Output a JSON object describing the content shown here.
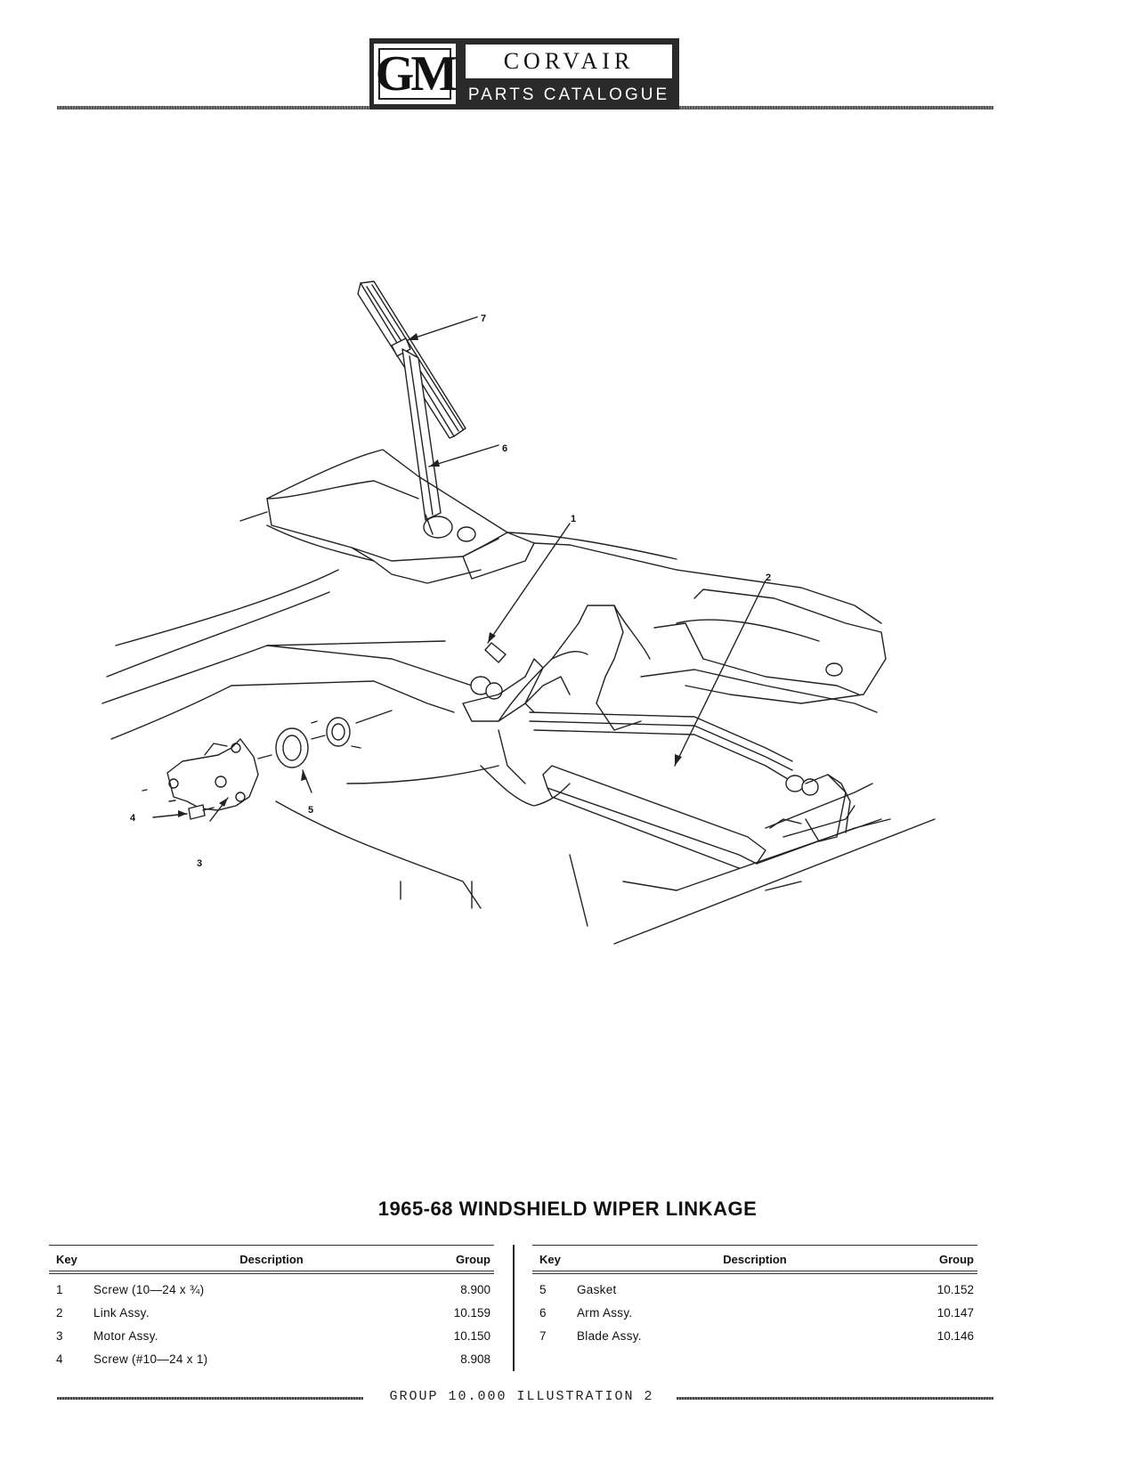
{
  "header": {
    "logo_text": "GM",
    "brand": "CORVAIR",
    "subtitle": "PARTS CATALOGUE"
  },
  "diagram": {
    "callouts": [
      "1",
      "2",
      "3",
      "4",
      "5",
      "6",
      "7"
    ]
  },
  "title": "1965-68 WINDSHIELD WIPER LINKAGE",
  "parts_table": {
    "headers": {
      "key": "Key",
      "description": "Description",
      "group": "Group"
    },
    "left": [
      {
        "key": "1",
        "description": "Screw (10—24 x ¾)",
        "group": "8.900"
      },
      {
        "key": "2",
        "description": "Link Assy.",
        "group": "10.159"
      },
      {
        "key": "3",
        "description": "Motor Assy.",
        "group": "10.150"
      },
      {
        "key": "4",
        "description": "Screw (#10—24 x 1)",
        "group": "8.908"
      }
    ],
    "right": [
      {
        "key": "5",
        "description": "Gasket",
        "group": "10.152"
      },
      {
        "key": "6",
        "description": "Arm Assy.",
        "group": "10.147"
      },
      {
        "key": "7",
        "description": "Blade Assy.",
        "group": "10.146"
      }
    ]
  },
  "footer": {
    "text": "GROUP 10.000 ILLUSTRATION 2"
  }
}
